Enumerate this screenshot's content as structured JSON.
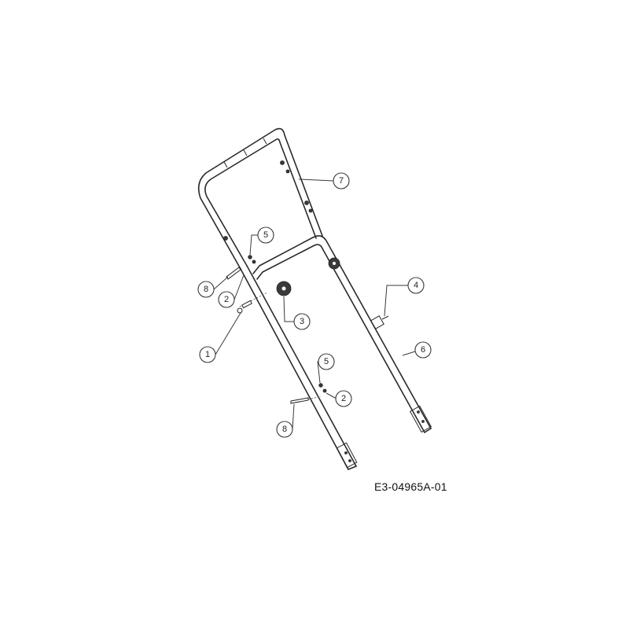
{
  "drawing": {
    "code": "E3-04965A-01",
    "highlight_color": "#c9a227"
  },
  "callouts": [
    {
      "id": "c1",
      "label": "1",
      "highlight": false
    },
    {
      "id": "c2a",
      "label": "2",
      "highlight": false
    },
    {
      "id": "c2b",
      "label": "2",
      "highlight": false
    },
    {
      "id": "c3",
      "label": "3",
      "highlight": false
    },
    {
      "id": "c4",
      "label": "4",
      "highlight": false
    },
    {
      "id": "c5a",
      "label": "5",
      "highlight": false
    },
    {
      "id": "c5b",
      "label": "5",
      "highlight": false
    },
    {
      "id": "c6",
      "label": "6",
      "highlight": true
    },
    {
      "id": "c7",
      "label": "7",
      "highlight": false
    },
    {
      "id": "c8a",
      "label": "8",
      "highlight": false
    },
    {
      "id": "c8b",
      "label": "8",
      "highlight": false
    }
  ]
}
